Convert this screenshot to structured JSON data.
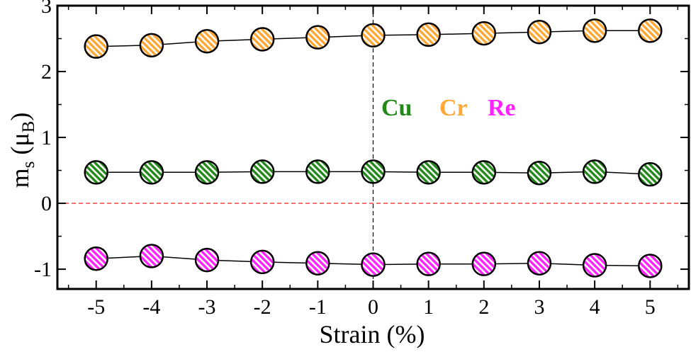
{
  "chart_data": {
    "type": "scatter",
    "xlabel": "Strain (%)",
    "ylabel": {
      "main": "m",
      "sub": "s",
      "open": " (μ",
      "sub2": "B",
      "close": ")"
    },
    "xlim": [
      -5.7,
      5.7
    ],
    "ylim": [
      -1.3,
      3.0
    ],
    "x_ticks": [
      -5,
      -4,
      -3,
      -2,
      -1,
      0,
      1,
      2,
      3,
      4,
      5
    ],
    "x_tick_labels": [
      "-5",
      "-4",
      "-3",
      "-2",
      "-1",
      "0",
      "1",
      "2",
      "3",
      "4",
      "5"
    ],
    "y_ticks": [
      -1,
      0,
      1,
      2,
      3
    ],
    "y_tick_labels": [
      "-1",
      "0",
      "1",
      "2",
      "3"
    ],
    "reference_lines": [
      {
        "axis": "y",
        "value": 0,
        "style": "dashed",
        "color": "#ff0000"
      },
      {
        "axis": "x",
        "value": 0,
        "style": "dashed",
        "color": "#000000"
      }
    ],
    "x": [
      -5,
      -4,
      -3,
      -2,
      -1,
      0,
      1,
      2,
      3,
      4,
      5
    ],
    "series": [
      {
        "name": "Cr",
        "color": "#ffa733",
        "marker": "hatched-circle",
        "values": [
          2.38,
          2.4,
          2.46,
          2.49,
          2.52,
          2.55,
          2.56,
          2.58,
          2.6,
          2.62,
          2.62
        ]
      },
      {
        "name": "Cu",
        "color": "#22891a",
        "marker": "hatched-circle",
        "values": [
          0.47,
          0.47,
          0.47,
          0.48,
          0.48,
          0.48,
          0.47,
          0.47,
          0.46,
          0.48,
          0.44
        ]
      },
      {
        "name": "Re",
        "color": "#ff22ff",
        "marker": "hatched-circle",
        "values": [
          -0.84,
          -0.8,
          -0.86,
          -0.89,
          -0.91,
          -0.93,
          -0.92,
          -0.92,
          -0.91,
          -0.94,
          -0.95
        ]
      }
    ],
    "legend": {
      "placement": "center",
      "entries": [
        {
          "label": "Cu",
          "color": "#22891a"
        },
        {
          "label": "Cr",
          "color": "#ffa733"
        },
        {
          "label": "Re",
          "color": "#ff22ff"
        }
      ]
    },
    "grid": false
  }
}
